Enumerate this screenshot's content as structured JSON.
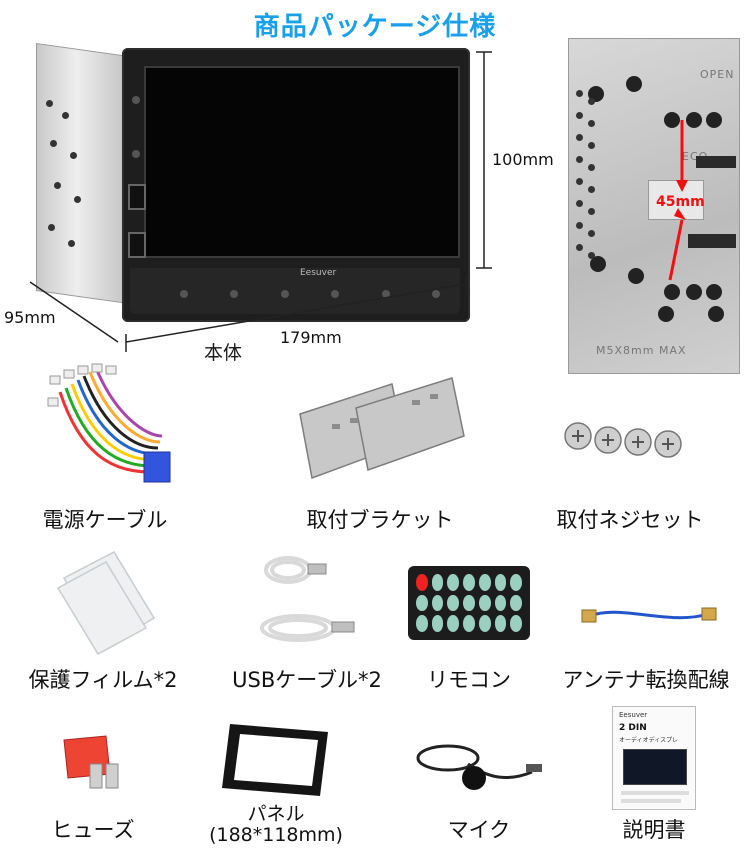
{
  "title": "商品パッケージ仕様",
  "dimensions": {
    "height": "100mm",
    "depth": "95mm",
    "width": "179mm",
    "body_label": "本体",
    "spacing": "45mm"
  },
  "unit_brand": "Eesuver",
  "plate_text": {
    "top": "OPEN",
    "middle": "ECO",
    "bottom": "M5X8mm MAX"
  },
  "items": [
    {
      "label": "電源ケーブル"
    },
    {
      "label": "取付ブラケット"
    },
    {
      "label": "取付ネジセット"
    },
    {
      "label": "保護フィルム*2"
    },
    {
      "label": "USBケーブル*2"
    },
    {
      "label": "リモコン"
    },
    {
      "label": "アンテナ転換配線"
    },
    {
      "label": "ヒューズ"
    },
    {
      "label": "パネル",
      "sub": "(188*118mm)"
    },
    {
      "label": "マイク"
    },
    {
      "label": "説明書"
    }
  ],
  "manual": {
    "brand": "Eesuver",
    "model": "2 DIN",
    "subtitle": "オーディオディスプレ"
  },
  "colors": {
    "title": "#1aa0e8",
    "accent_red": "#e11111"
  }
}
